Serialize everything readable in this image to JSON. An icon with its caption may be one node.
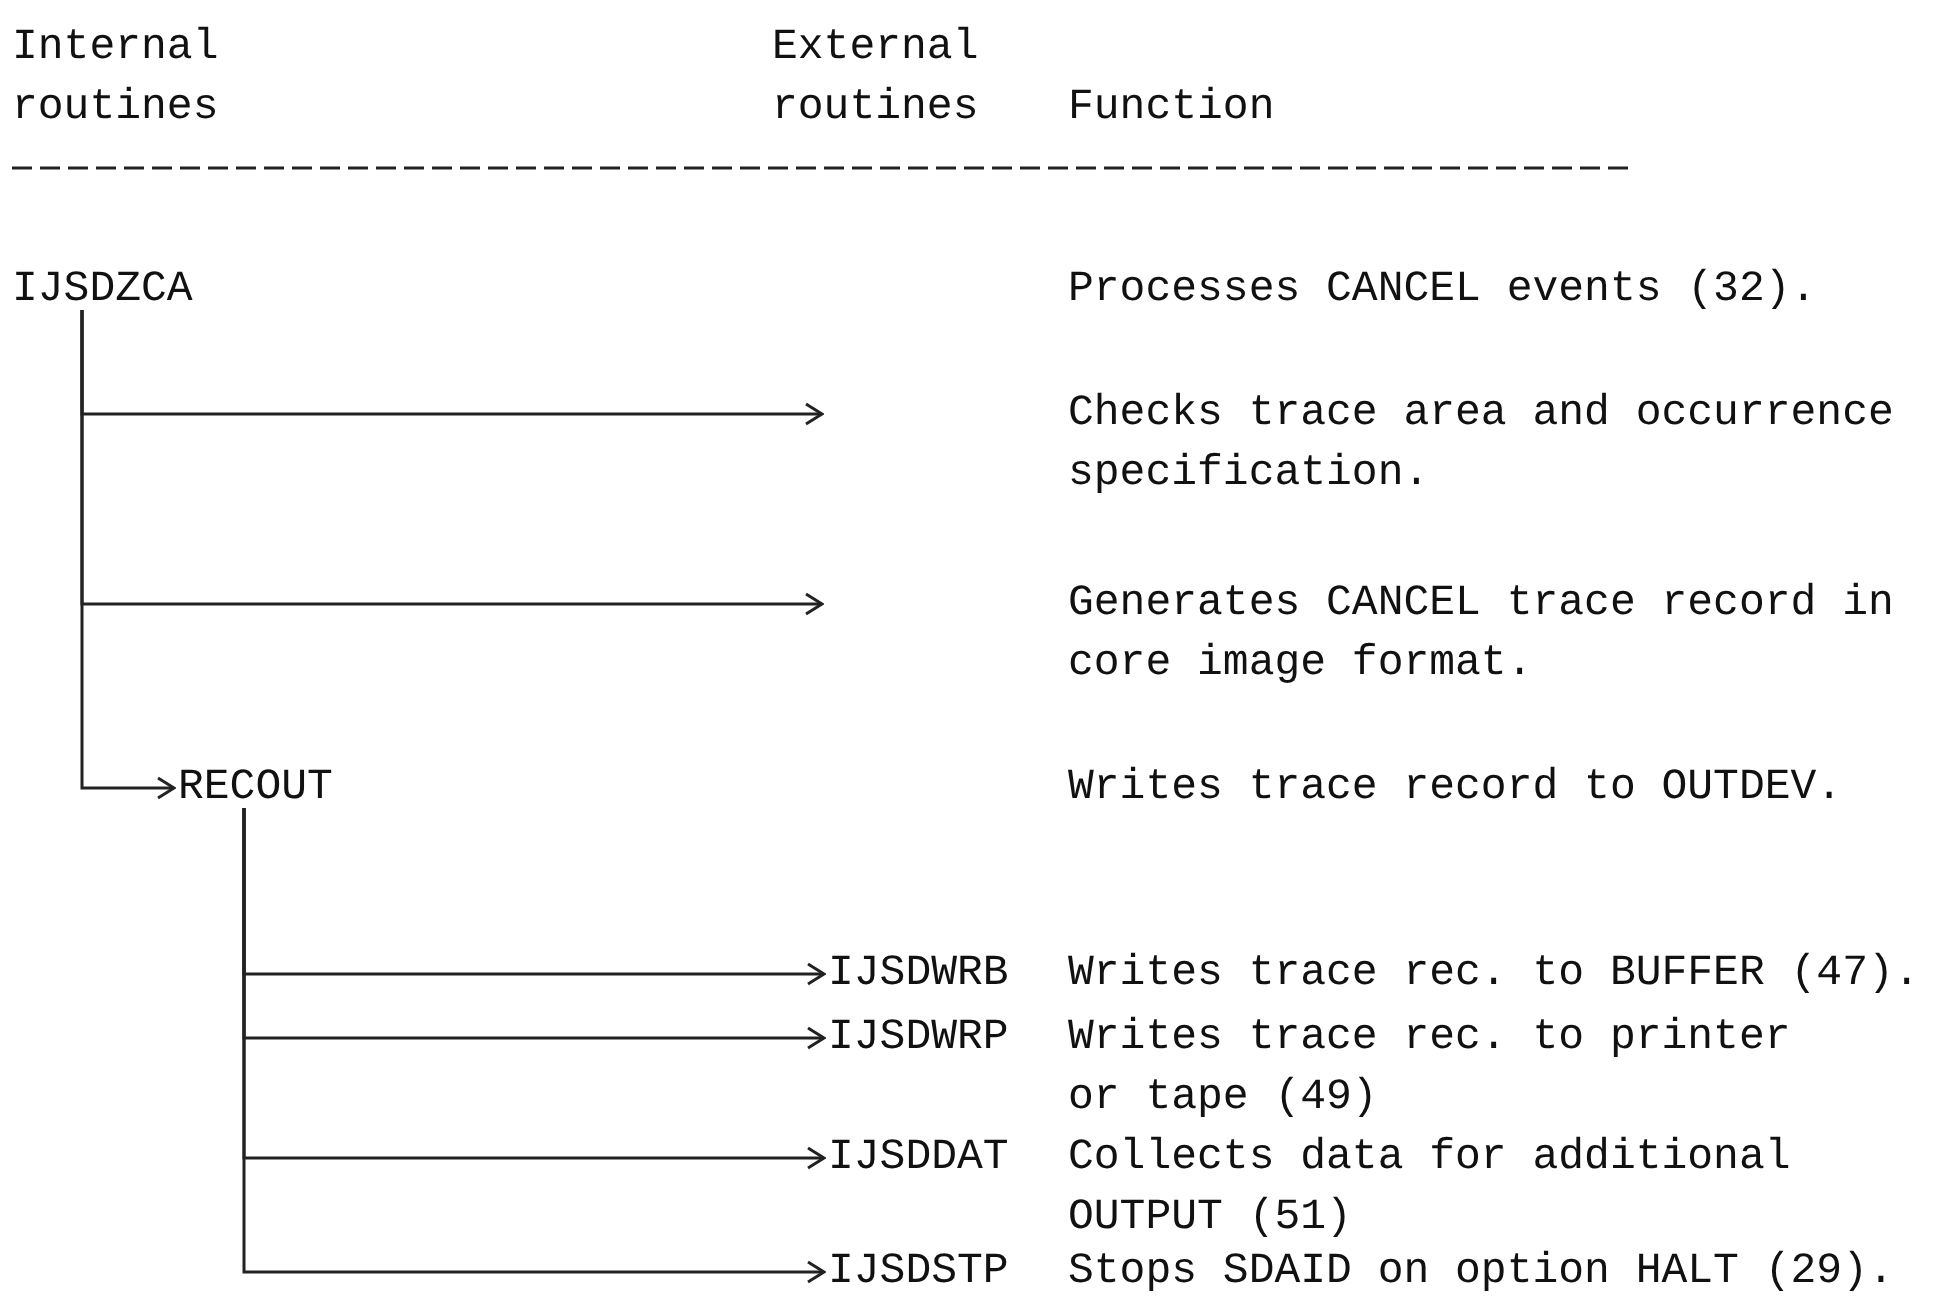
{
  "diagram": {
    "nodes": [
      {
        "text": [
          "IJSDZCA"
        ]
      },
      {
        "text": [
          "RECOUT"
        ]
      },
      {
        "text": [
          "IJSDWRB"
        ]
      },
      {
        "text": [
          "IJSDWRP"
        ]
      },
      {
        "text": [
          "IJSDDAT"
        ]
      },
      {
        "text": [
          "IJSDSTP"
        ]
      }
    ],
    "edges": [
      {
        "from": 0,
        "to": null,
        "arrow": "to"
      },
      {
        "from": 0,
        "to": null,
        "arrow": "to"
      },
      {
        "from": 0,
        "to": 1,
        "arrow": "to"
      },
      {
        "from": 1,
        "to": 2,
        "arrow": "to"
      },
      {
        "from": 1,
        "to": 3,
        "arrow": "to"
      },
      {
        "from": 1,
        "to": 4,
        "arrow": "to"
      },
      {
        "from": 1,
        "to": 5,
        "arrow": "to"
      }
    ],
    "labels": [
      "Internal routines",
      "External routines",
      "Function",
      "Processes CANCEL events (32).",
      "Checks trace area and occurrence specification.",
      "Generates CANCEL trace record in core image format.",
      "Writes trace record to OUTDEV.",
      "Writes trace rec. to BUFFER (47).",
      "Writes trace rec. to printer or tape (49)",
      "Collects data for additional OUTPUT (51)",
      "Stops SDAID on option HALT (29)."
    ]
  }
}
